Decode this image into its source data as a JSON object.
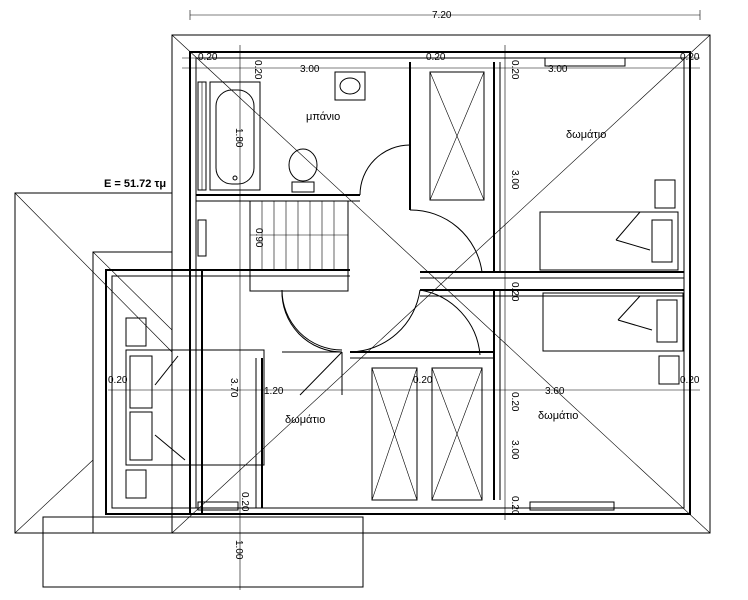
{
  "rooms": {
    "bathroom": "μπάνιο",
    "bedroom_top_right": "δωμάτιο",
    "bedroom_bottom_left": "δωμάτιο",
    "bedroom_bottom_right": "δωμάτιο"
  },
  "area_label": "E = 51.72 τμ",
  "dimensions": {
    "total_width": "7.20",
    "d_020_a": "0.20",
    "d_020_b": "0.20",
    "d_020_c": "0.20",
    "d_020_d": "0.20",
    "d_020_e": "0.20",
    "d_300_top_left": "3.00",
    "d_300_top_right": "3.00",
    "d_180": "1.80",
    "d_090": "0.90",
    "d_300_right_upper": "3.00",
    "d_020_f": "0.20",
    "d_020_g": "0.20",
    "d_020_h": "0.20",
    "d_020_i": "0.20",
    "d_020_j": "0.20",
    "d_370": "3.70",
    "d_120": "1.20",
    "d_360": "3.60",
    "d_300_right_lower": "3.00",
    "d_020_k": "0.20",
    "d_020_l": "0.20",
    "d_100": "1.00"
  }
}
